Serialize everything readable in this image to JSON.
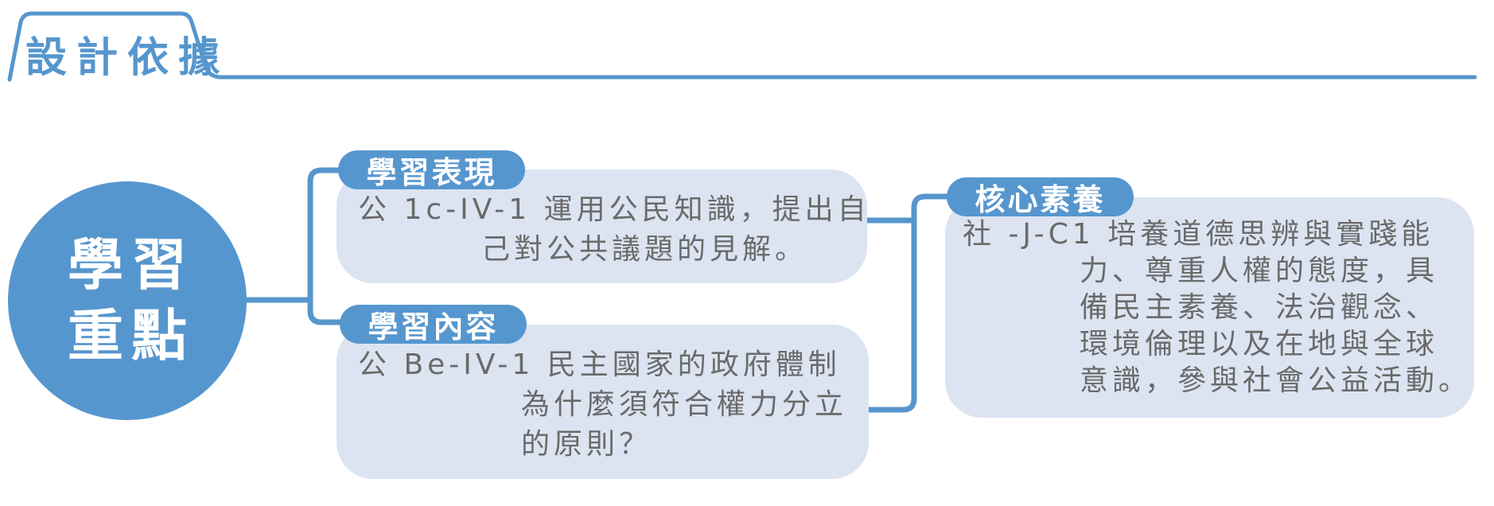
{
  "header": {
    "title": "設計依據"
  },
  "hub": {
    "line1": "學習",
    "line2": "重點"
  },
  "nodes": {
    "performance": {
      "tag": "學習表現",
      "lines": {
        "0": "公 1c-IV-1 運用公民知識，提出自",
        "1": "己對公共議題的見解。"
      }
    },
    "content": {
      "tag": "學習內容",
      "lines": {
        "0": "公 Be-IV-1 民主國家的政府體制",
        "1": "為什麼須符合權力分立",
        "2": "的原則？"
      }
    },
    "competency": {
      "tag": "核心素養",
      "lines": {
        "0": "社 -J-C1 培養道德思辨與實踐能",
        "1": "力、尊重人權的態度，具",
        "2": "備民主素養、法治觀念、",
        "3": "環境倫理以及在地與全球",
        "4": "意識，參與社會公益活動。"
      }
    }
  },
  "colors": {
    "accent_blue": "#5696CE",
    "card_fill": "#DCE4F2",
    "body_text": "#6A6A6A",
    "tag_text": "#FFFFFF"
  }
}
